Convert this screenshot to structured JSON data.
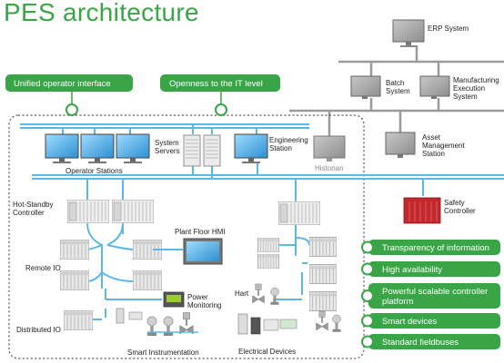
{
  "title": "PES architecture",
  "top_pills": {
    "unified": "Unified operator interface",
    "openness": "Openness to the IT level"
  },
  "right_pills": [
    "Transparency of information",
    "High availability",
    "Powerful scalable controller platform",
    "Smart devices",
    "Standard fieldbuses"
  ],
  "labels": {
    "erp": "ERP System",
    "batch": "Batch System",
    "mes": "Manufacturing Execution System",
    "asset": "Asset Management Station",
    "system_servers": "System Servers",
    "engineering": "Engineering Station",
    "historian": "Historian",
    "operator_stations": "Operator Stations",
    "safety": "Safety Controller",
    "hot_standby": "Hot-Standby Controller",
    "plant_floor_hmi": "Plant Floor HMI",
    "remote_io": "Remote IO",
    "power_monitoring": "Power Monitoring",
    "distributed_io": "Distributed IO",
    "smart_instrumentation": "Smart Instrumentation",
    "hart": "Hart",
    "electrical_devices": "Electrical Devices"
  },
  "colors": {
    "brand_green": "#3aa547",
    "network_blue": "#5bb8e6",
    "gray_network": "#9a9a9a",
    "safety_red": "#c4282c"
  },
  "icons": [
    "monitor-icon",
    "server-icon",
    "controller-rack-icon",
    "io-module-icon",
    "valve-icon",
    "transmitter-icon",
    "power-meter-icon",
    "hmi-panel-icon"
  ]
}
